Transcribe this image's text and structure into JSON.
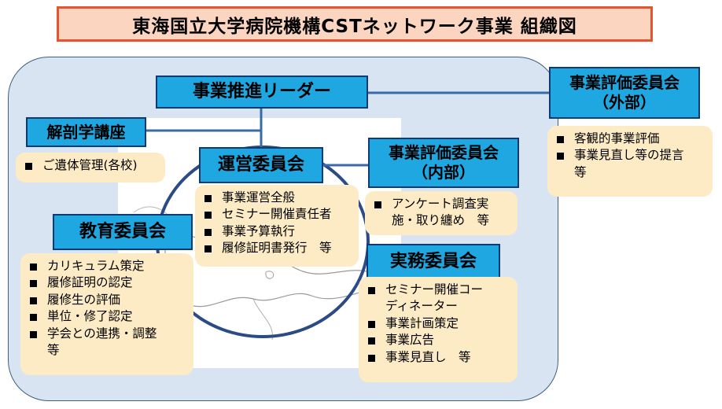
{
  "title": "東海国立大学病院機構CSTネットワーク事業 組織図",
  "leader": {
    "label": "事業推進リーダー"
  },
  "anatomy": {
    "label": "解剖学講座",
    "items": [
      "ご遺体管理(各校)"
    ]
  },
  "steering": {
    "label": "運営委員会",
    "items": [
      "事業運営全般",
      "セミナー開催責任者",
      "事業予算執行",
      "履修証明書発行　等"
    ]
  },
  "internal_eval": {
    "label_line1": "事業評価委員会",
    "label_line2": "（内部）",
    "items": [
      "アンケート調査実",
      "施・取り纏め　等"
    ]
  },
  "external_eval": {
    "label_line1": "事業評価委員会",
    "label_line2": "（外部）",
    "items": [
      "客観的事業評価",
      "事業見直し等の提言",
      "等"
    ]
  },
  "education": {
    "label": "教育委員会",
    "items": [
      "カリキュラム策定",
      "履修証明の認定",
      "履修生の評価",
      "単位・修了認定",
      "学会との連携・調整",
      "等"
    ]
  },
  "practical": {
    "label": "実務委員会",
    "items": [
      "セミナー開催コー",
      "ディネーター",
      "事業計画策定",
      "事業広告",
      "事業見直し　等"
    ]
  },
  "colors": {
    "title_bg": "#fbd5bf",
    "title_border": "#e4552f",
    "region_bg": "#d8e4f1",
    "box_bg": "#1fa7e1",
    "box_border": "#0e3b74",
    "panel_bg": "#fcebc4",
    "ring": "#2b4b86",
    "connector": "#3a6ba8"
  }
}
